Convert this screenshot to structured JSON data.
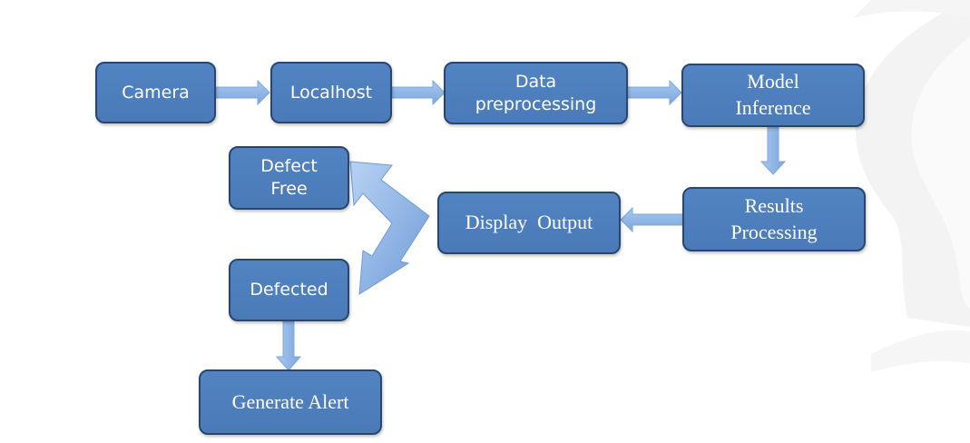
{
  "diagram": {
    "nodes": {
      "camera": "Camera",
      "localhost": "Localhost",
      "data_preprocessing": "Data preprocessing",
      "model_inference": "Model Inference",
      "results_processing": "Results Processing",
      "display_output": "Display  Output",
      "defect_free": "Defect Free",
      "defected": "Defected",
      "generate_alert": "Generate Alert"
    },
    "edges": [
      {
        "from": "camera",
        "to": "localhost"
      },
      {
        "from": "localhost",
        "to": "data_preprocessing"
      },
      {
        "from": "data_preprocessing",
        "to": "model_inference"
      },
      {
        "from": "model_inference",
        "to": "results_processing"
      },
      {
        "from": "results_processing",
        "to": "display_output"
      },
      {
        "from": "display_output",
        "to": "defect_free"
      },
      {
        "from": "display_output",
        "to": "defected"
      },
      {
        "from": "defected",
        "to": "generate_alert"
      }
    ]
  },
  "colors": {
    "node_fill": "#4f7fbf",
    "node_border": "#28466e",
    "arrow_fill": "#8cb4e8",
    "text": "#ffffff"
  }
}
